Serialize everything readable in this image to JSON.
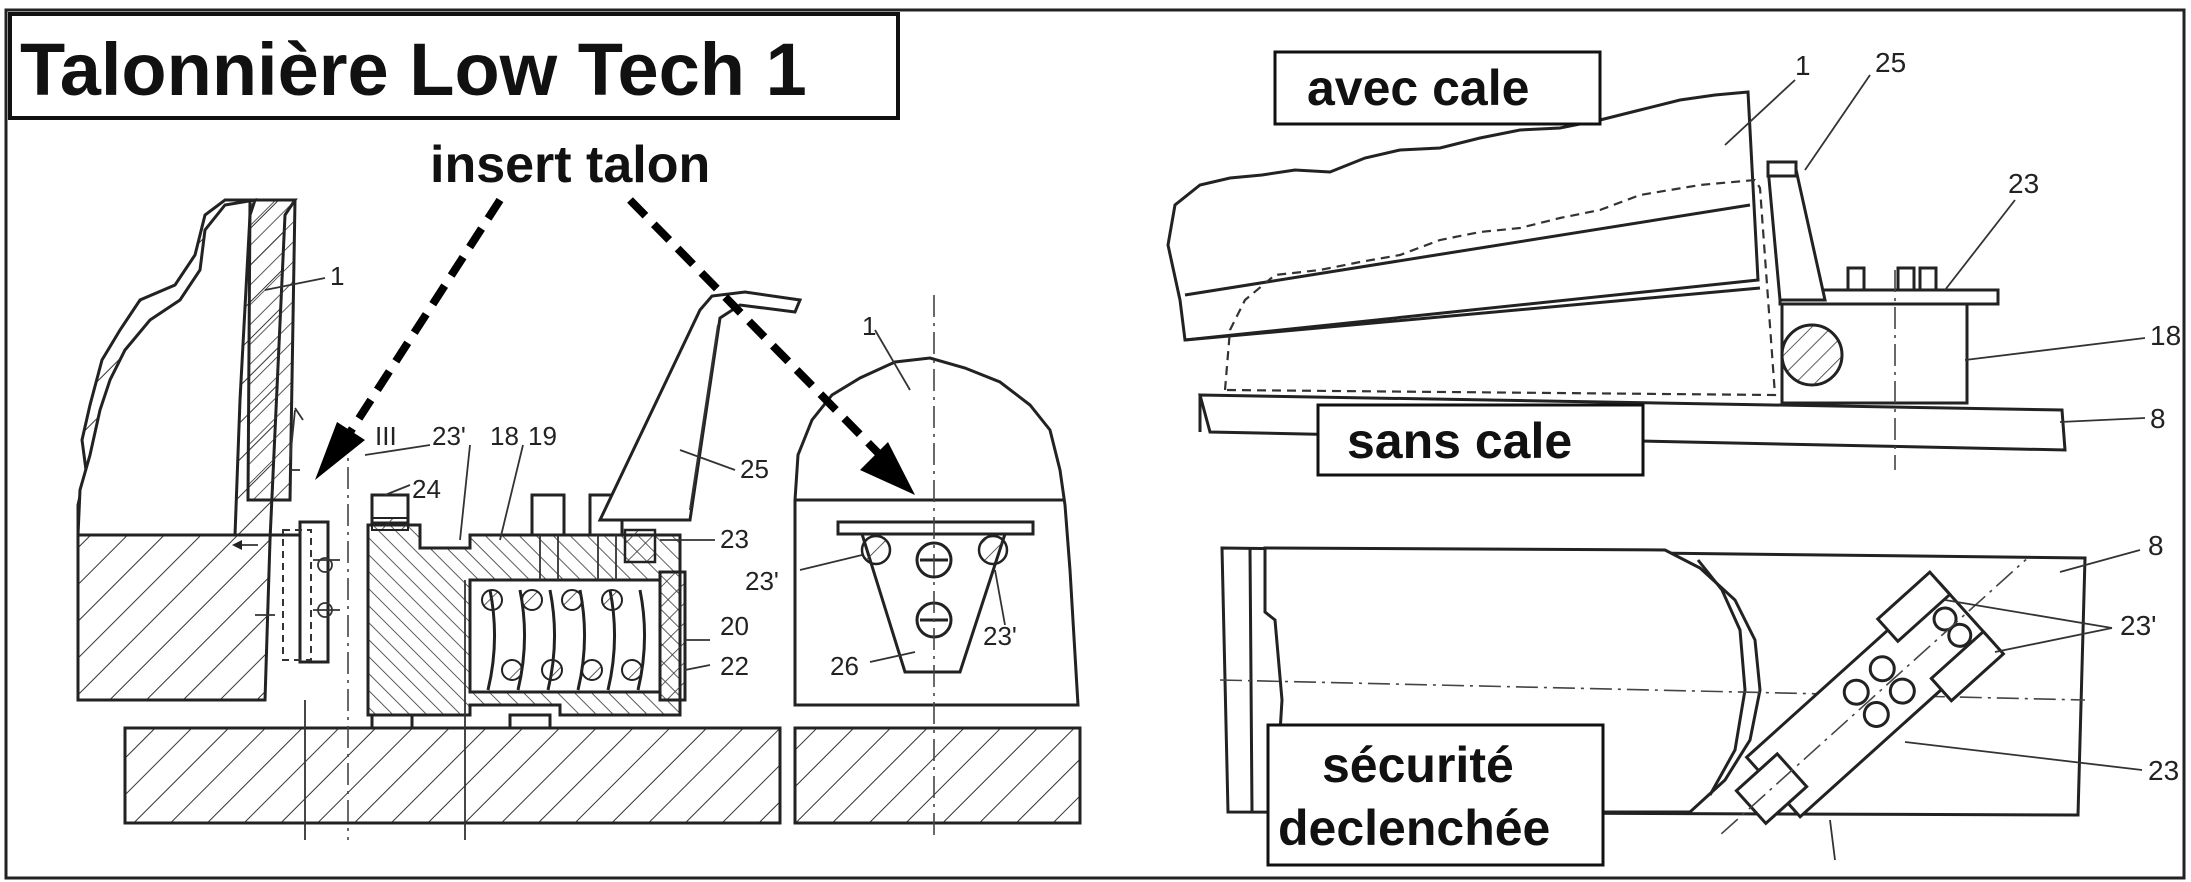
{
  "title": "Talonnière Low Tech 1",
  "labels": {
    "insert": "insert talon",
    "avec_cale": "avec cale",
    "sans_cale": "sans cale",
    "securite_line1": "sécurité",
    "securite_line2": "declenchée"
  },
  "part_numbers": {
    "left": {
      "p1": "1",
      "iii": "III",
      "p23p": "23'",
      "p18": "18",
      "p19": "19",
      "p24": "24",
      "p25": "25",
      "p23": "23",
      "p20": "20",
      "p22": "22"
    },
    "middle": {
      "p1": "1",
      "p23p_left": "23'",
      "p23p_right": "23'",
      "p26": "26"
    },
    "top_right": {
      "p1": "1",
      "p25": "25",
      "p23": "23",
      "p18": "18",
      "p8": "8"
    },
    "bottom_right": {
      "p8": "8",
      "p23p": "23'",
      "p23": "23"
    }
  },
  "colors": {
    "ink": "#111111",
    "background": "#ffffff"
  }
}
